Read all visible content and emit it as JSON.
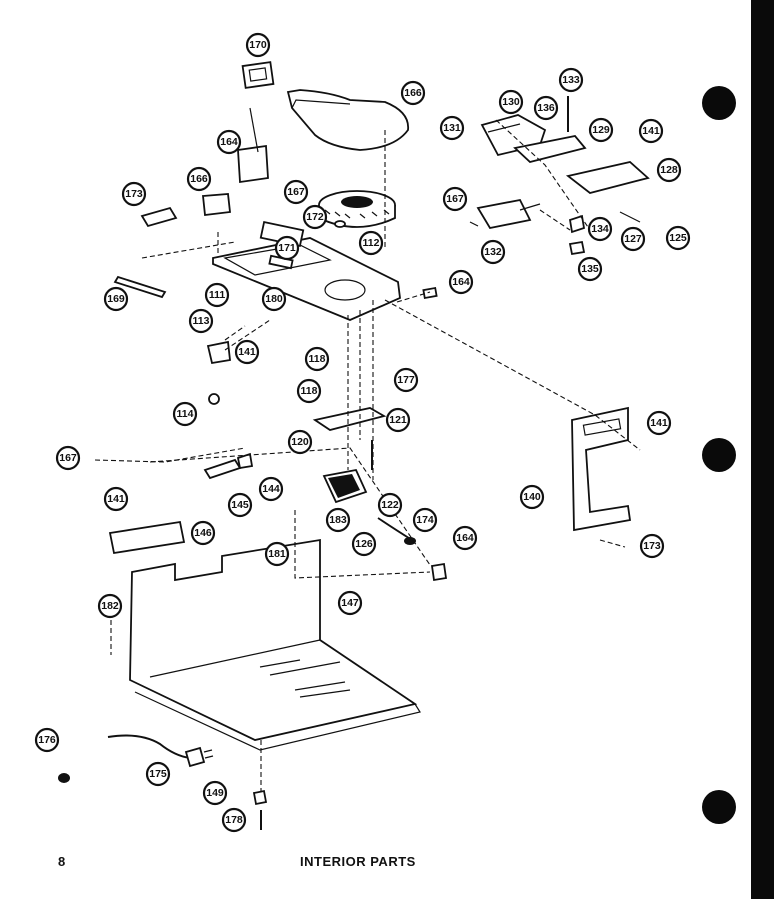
{
  "page": {
    "number": "8",
    "title": "INTERIOR PARTS"
  },
  "callouts": [
    {
      "id": "c170",
      "label": "170"
    },
    {
      "id": "c166a",
      "label": "166"
    },
    {
      "id": "c164a",
      "label": "164"
    },
    {
      "id": "c166b",
      "label": "166"
    },
    {
      "id": "c167a",
      "label": "167"
    },
    {
      "id": "c173a",
      "label": "173"
    },
    {
      "id": "c172",
      "label": "172"
    },
    {
      "id": "c171",
      "label": "171"
    },
    {
      "id": "c112",
      "label": "112"
    },
    {
      "id": "c169",
      "label": "169"
    },
    {
      "id": "c111",
      "label": "111"
    },
    {
      "id": "c180",
      "label": "180"
    },
    {
      "id": "c164b",
      "label": "164"
    },
    {
      "id": "c113",
      "label": "113"
    },
    {
      "id": "c141a",
      "label": "141"
    },
    {
      "id": "c114",
      "label": "114"
    },
    {
      "id": "c177",
      "label": "177"
    },
    {
      "id": "c118a",
      "label": "118"
    },
    {
      "id": "c118b",
      "label": "118"
    },
    {
      "id": "c120",
      "label": "120"
    },
    {
      "id": "c121",
      "label": "121"
    },
    {
      "id": "c167b",
      "label": "167"
    },
    {
      "id": "c144",
      "label": "144"
    },
    {
      "id": "c145",
      "label": "145"
    },
    {
      "id": "c122",
      "label": "122"
    },
    {
      "id": "c141b",
      "label": "141"
    },
    {
      "id": "c146",
      "label": "146"
    },
    {
      "id": "c183",
      "label": "183"
    },
    {
      "id": "c126",
      "label": "126"
    },
    {
      "id": "c174",
      "label": "174"
    },
    {
      "id": "c181",
      "label": "181"
    },
    {
      "id": "c164c",
      "label": "164"
    },
    {
      "id": "c182",
      "label": "182"
    },
    {
      "id": "c147",
      "label": "147"
    },
    {
      "id": "c176",
      "label": "176"
    },
    {
      "id": "c175",
      "label": "175"
    },
    {
      "id": "c149",
      "label": "149"
    },
    {
      "id": "c178",
      "label": "178"
    },
    {
      "id": "c133",
      "label": "133"
    },
    {
      "id": "c131",
      "label": "131"
    },
    {
      "id": "c130",
      "label": "130"
    },
    {
      "id": "c136",
      "label": "136"
    },
    {
      "id": "c129",
      "label": "129"
    },
    {
      "id": "c141c",
      "label": "141"
    },
    {
      "id": "c128",
      "label": "128"
    },
    {
      "id": "c167c",
      "label": "167"
    },
    {
      "id": "c134",
      "label": "134"
    },
    {
      "id": "c127",
      "label": "127"
    },
    {
      "id": "c125",
      "label": "125"
    },
    {
      "id": "c132",
      "label": "132"
    },
    {
      "id": "c135",
      "label": "135"
    },
    {
      "id": "c141d",
      "label": "141"
    },
    {
      "id": "c140",
      "label": "140"
    },
    {
      "id": "c173b",
      "label": "173"
    }
  ]
}
